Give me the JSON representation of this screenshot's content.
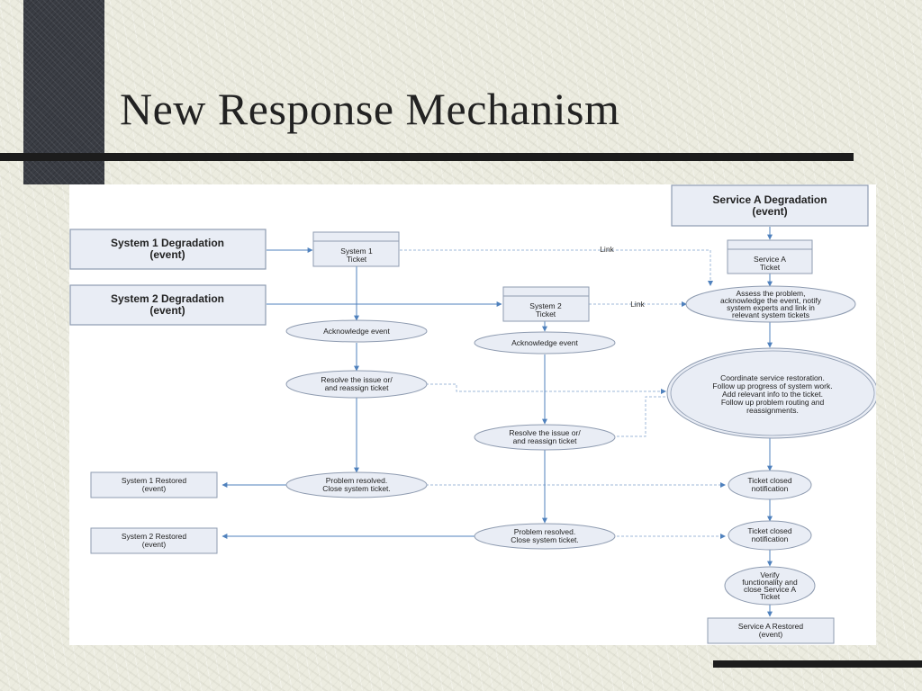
{
  "slide": {
    "title": "New Response Mechanism"
  },
  "diagram": {
    "system1_degradation": [
      "System 1 Degradation",
      "(event)"
    ],
    "system2_degradation": [
      "System 2 Degradation",
      "(event)"
    ],
    "service_a_degradation": [
      "Service A Degradation",
      "(event)"
    ],
    "system1_ticket": [
      "System 1",
      "Ticket"
    ],
    "system2_ticket": [
      "System 2",
      "Ticket"
    ],
    "service_a_ticket": [
      "Service A",
      "Ticket"
    ],
    "link_label_1": "Link",
    "link_label_2": "Link",
    "ack_event_1": "Acknowledge event",
    "ack_event_2": "Acknowledge event",
    "resolve_1": [
      "Resolve the issue or/",
      "and reassign ticket"
    ],
    "resolve_2": [
      "Resolve the issue or/",
      "and reassign ticket"
    ],
    "assess": [
      "Assess the problem,",
      "acknowledge the event, notify",
      "system experts and link in",
      "relevant system tickets"
    ],
    "coordinate": [
      "Coordinate service restoration.",
      "Follow up progress of system work.",
      "Add relevant info to the ticket.",
      "Follow up problem routing and",
      "reassignments."
    ],
    "problem_resolved_1": [
      "Problem resolved.",
      "Close system ticket."
    ],
    "problem_resolved_2": [
      "Problem resolved.",
      "Close system ticket."
    ],
    "system1_restored": [
      "System 1 Restored",
      "(event)"
    ],
    "system2_restored": [
      "System 2 Restored",
      "(event)"
    ],
    "ticket_closed_1": [
      "Ticket closed",
      "notification"
    ],
    "ticket_closed_2": [
      "Ticket closed",
      "notification"
    ],
    "verify": [
      "Verify",
      "functionality and",
      "close Service A",
      "Ticket"
    ],
    "service_a_restored": [
      "Service A Restored",
      "(event)"
    ]
  }
}
